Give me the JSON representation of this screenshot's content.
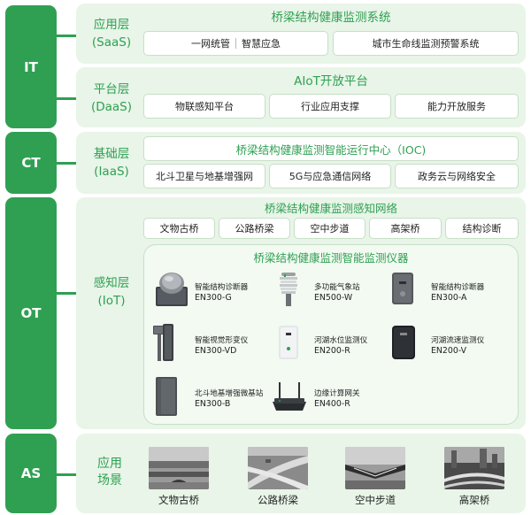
{
  "categories": {
    "it": "IT",
    "ct": "CT",
    "ot": "OT",
    "as": "AS"
  },
  "saas": {
    "label_line1": "应用层",
    "label_line2": "(SaaS)",
    "title": "桥梁结构健康监测系统",
    "box1_left": "一网统管",
    "box1_right": "智慧应急",
    "box2": "城市生命线监测预警系统"
  },
  "daas": {
    "label_line1": "平台层",
    "label_line2": "(DaaS)",
    "title": "AIoT开放平台",
    "boxes": [
      "物联感知平台",
      "行业应用支撑",
      "能力开放服务"
    ]
  },
  "iaas": {
    "label_line1": "基础层",
    "label_line2": "(IaaS)",
    "title": "桥梁结构健康监测智能运行中心（IOC)",
    "boxes": [
      "北斗卫星与地基增强网",
      "5G与应急通信网络",
      "政务云与网络安全"
    ]
  },
  "iot": {
    "label_line1": "感知层",
    "label_line2": "(IoT)",
    "title": "桥梁结构健康监测感知网络",
    "tags": [
      "文物古桥",
      "公路桥梁",
      "空中步道",
      "高架桥",
      "结构诊断"
    ],
    "instruments_title": "桥梁结构健康监测智能监测仪器",
    "devices": [
      {
        "name": "智能结构诊断器",
        "model": "EN300-G",
        "icon": "sensor-disc-icon"
      },
      {
        "name": "多功能气象站",
        "model": "EN500-W",
        "icon": "weather-station-icon"
      },
      {
        "name": "智能结构诊断器",
        "model": "EN300-A",
        "icon": "diagnosis-box-icon"
      },
      {
        "name": "智能视觉形变仪",
        "model": "EN300-VD",
        "icon": "vision-camera-icon"
      },
      {
        "name": "河湖水位监测仪",
        "model": "EN200-R",
        "icon": "water-level-icon"
      },
      {
        "name": "河湖流速监测仪",
        "model": "EN200-V",
        "icon": "flow-meter-icon"
      },
      {
        "name": "北斗地基增强微基站",
        "model": "EN300-B",
        "icon": "gnss-station-icon"
      },
      {
        "name": "边缘计算网关",
        "model": "EN400-R",
        "icon": "edge-gateway-icon"
      }
    ]
  },
  "scenes": {
    "label_line1": "应用",
    "label_line2": "场景",
    "items": [
      {
        "caption": "文物古桥",
        "icon": "ancient-bridge-photo"
      },
      {
        "caption": "公路桥梁",
        "icon": "highway-bridge-photo"
      },
      {
        "caption": "空中步道",
        "icon": "skywalk-photo"
      },
      {
        "caption": "高架桥",
        "icon": "viaduct-photo"
      }
    ]
  },
  "colors": {
    "brand_green": "#2fa052",
    "panel_bg": "#e8f5e8",
    "border": "#c7dfc6"
  }
}
